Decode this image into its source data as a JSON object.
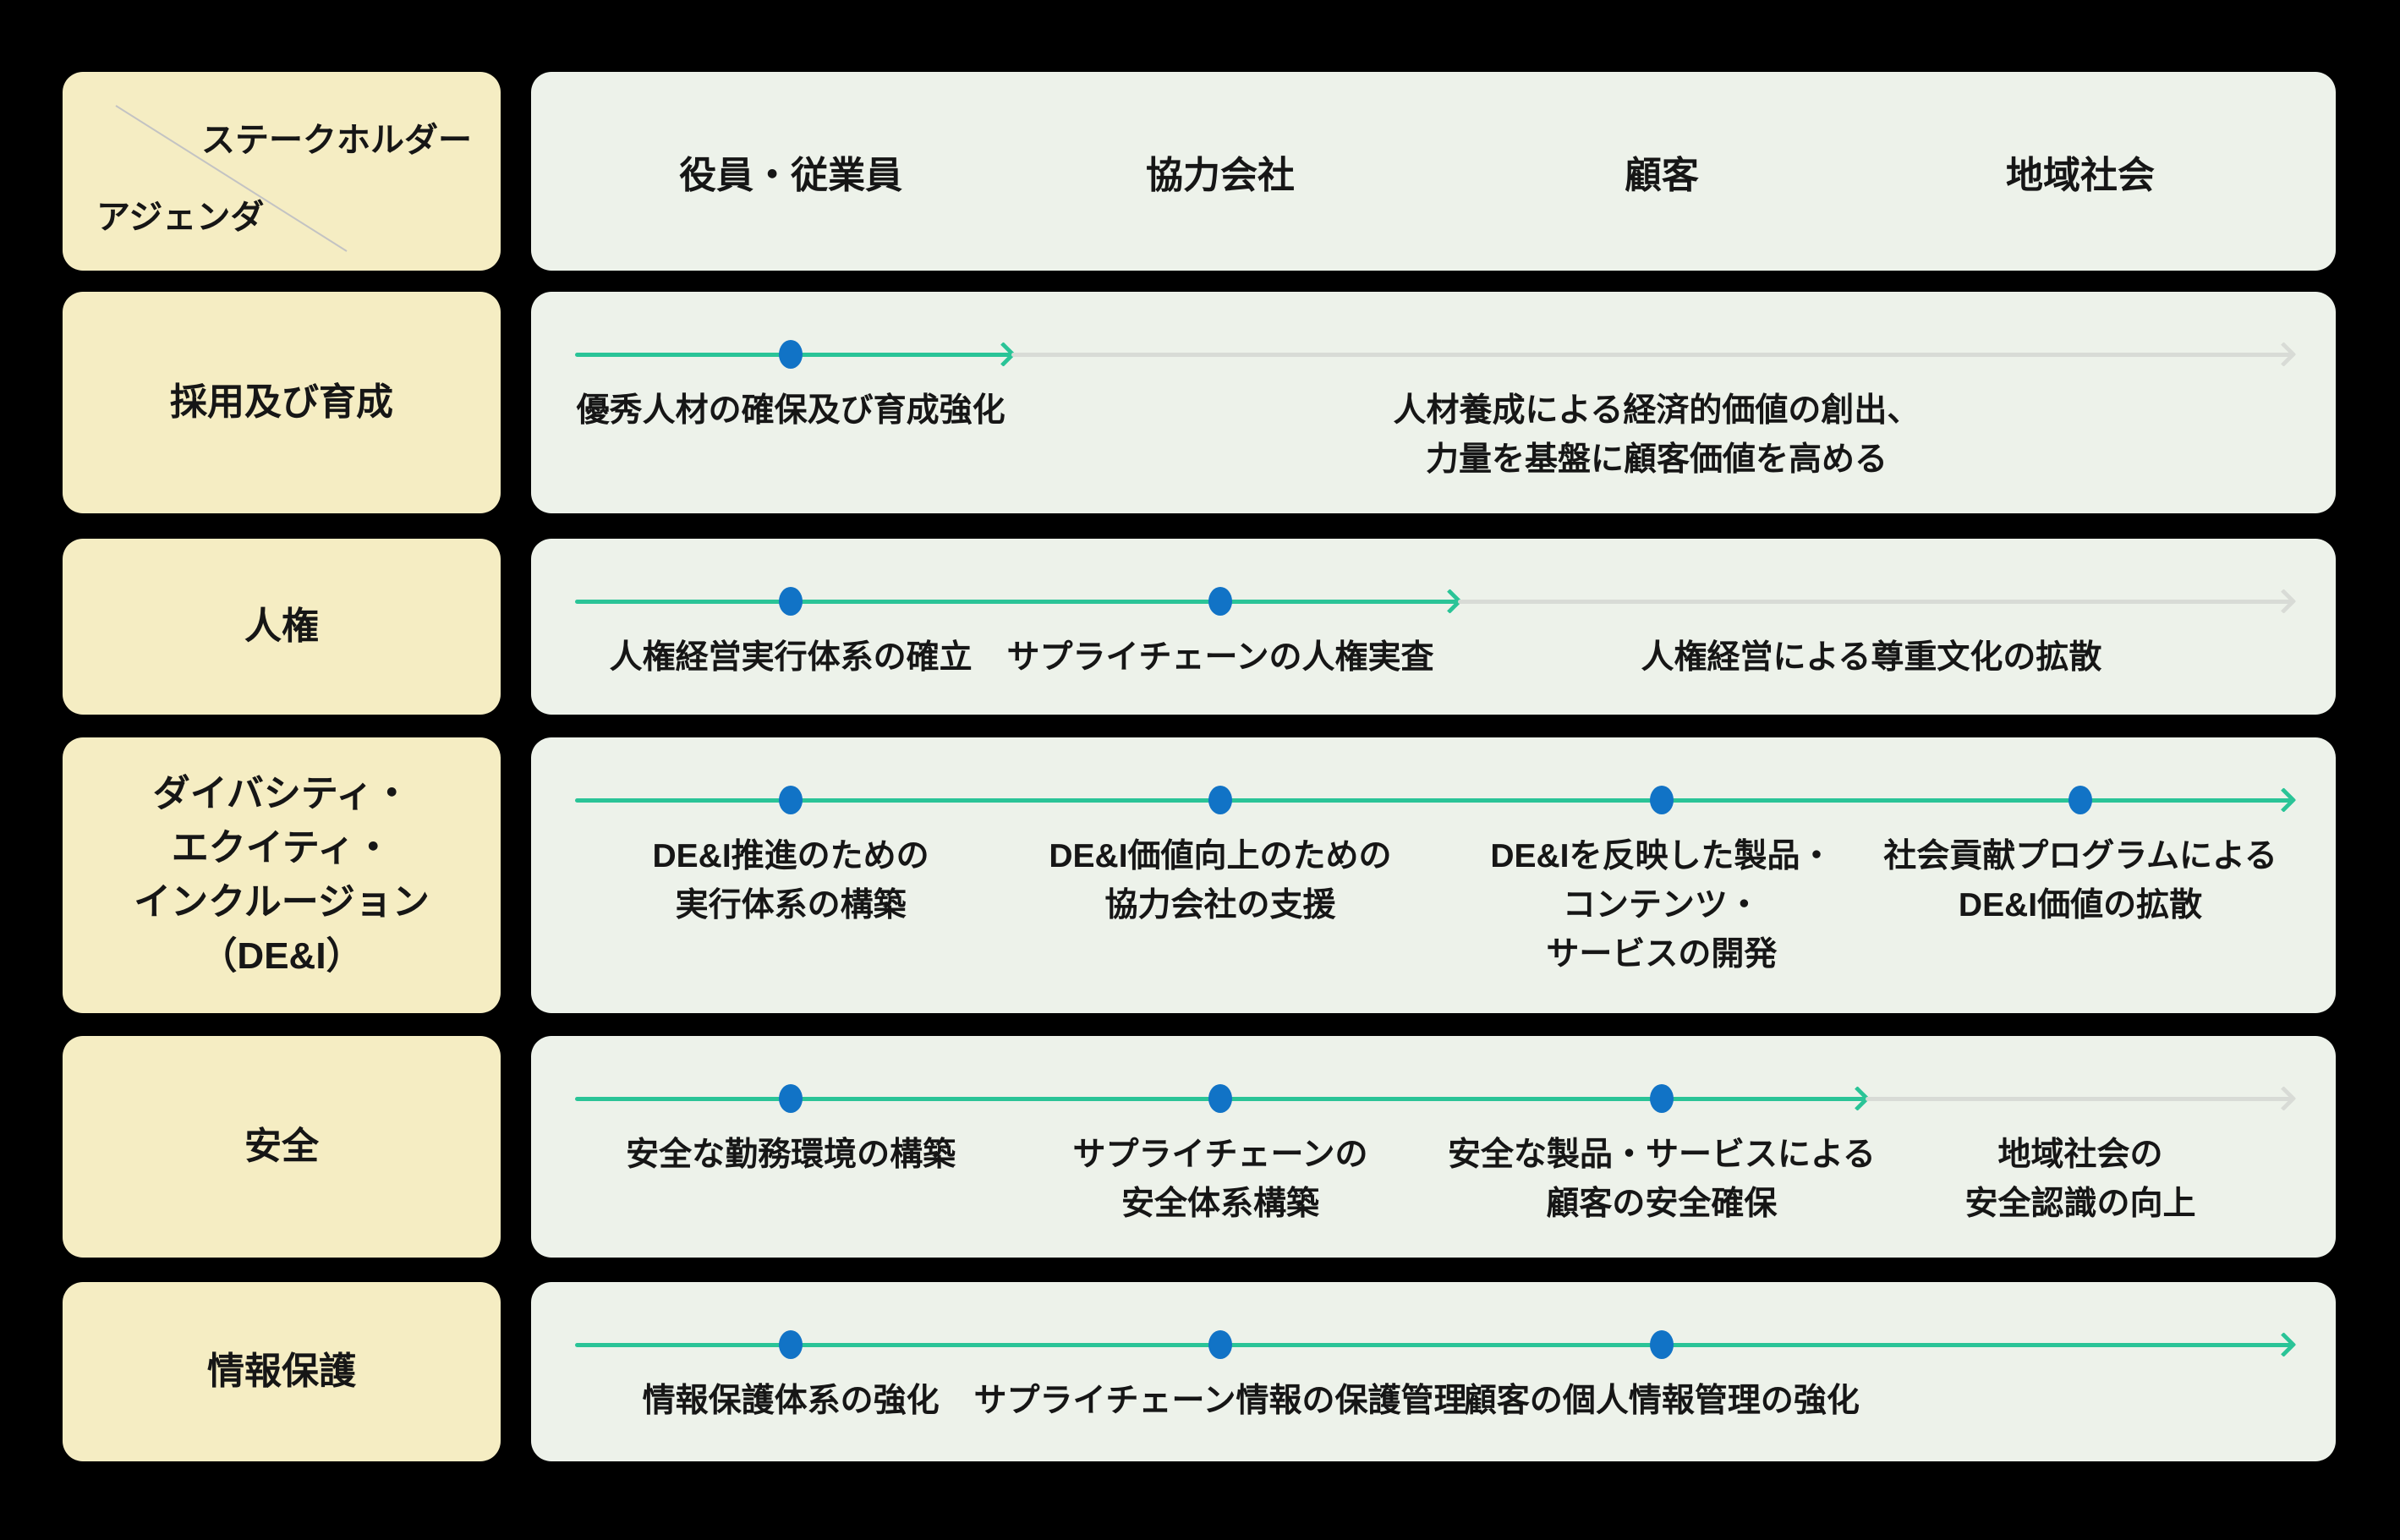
{
  "colors": {
    "background": "#000000",
    "agenda_card": "#f5edc3",
    "content_card": "#edf2ea",
    "timeline_green": "#2ac497",
    "timeline_gray": "#d8dbd6",
    "dot_blue": "#1173c6",
    "text": "#161616",
    "diagonal": "#c3c3c3"
  },
  "corner": {
    "stakeholder_label": "ステークホルダー",
    "agenda_label": "アジェンダ"
  },
  "columns": [
    "役員・従業員",
    "協力会社",
    "顧客",
    "地域社会"
  ],
  "rows": [
    {
      "id": "recruitment-development",
      "label_lines": [
        "採用及び育成"
      ],
      "timeline": {
        "dot_columns": [
          0
        ],
        "green_end_pct": 26.62,
        "gray_tail": true
      },
      "texts": [
        {
          "center_pct": 14.39,
          "lines": [
            "優秀人材の確保及び育成強化"
          ]
        },
        {
          "center_pct": 62.37,
          "lines": [
            "人材養成による経済的価値の創出、",
            "力量を基盤に顧客価値を高める"
          ]
        }
      ]
    },
    {
      "id": "human-rights",
      "label_lines": [
        "人権"
      ],
      "timeline": {
        "dot_columns": [
          0,
          1
        ],
        "green_end_pct": 51.36,
        "gray_tail": true
      },
      "texts": [
        {
          "center_pct": 14.39,
          "lines": [
            "人権経営実行体系の確立"
          ]
        },
        {
          "center_pct": 38.19,
          "lines": [
            "サプライチェーンの人権実査"
          ]
        },
        {
          "center_pct": 74.27,
          "lines": [
            "人権経営による尊重文化の拡散"
          ]
        }
      ]
    },
    {
      "id": "dei",
      "label_lines": [
        "ダイバシティ・",
        "エクイティ・",
        "インクルージョン（DE&I）"
      ],
      "timeline": {
        "dot_columns": [
          0,
          1,
          2,
          3
        ],
        "green_end_pct": 97.56,
        "gray_tail": false
      },
      "texts": [
        {
          "center_pct": 14.39,
          "lines": [
            "DE&I推進のための",
            "実行体系の構築"
          ]
        },
        {
          "center_pct": 38.19,
          "lines": [
            "DE&I価値向上のための",
            "協力会社の支援"
          ]
        },
        {
          "center_pct": 62.65,
          "lines": [
            "DE&Iを反映した製品・",
            "コンテンツ・",
            "サービスの開発"
          ]
        },
        {
          "center_pct": 85.85,
          "lines": [
            "社会貢献プログラムによる",
            "DE&I価値の拡散"
          ]
        }
      ]
    },
    {
      "id": "safety",
      "label_lines": [
        "安全"
      ],
      "timeline": {
        "dot_columns": [
          0,
          1,
          2
        ],
        "green_end_pct": 73.95,
        "gray_tail": true
      },
      "texts": [
        {
          "center_pct": 14.39,
          "lines": [
            "安全な勤務環境の構築"
          ]
        },
        {
          "center_pct": 38.19,
          "lines": [
            "サプライチェーンの",
            "安全体系構築"
          ]
        },
        {
          "center_pct": 62.65,
          "lines": [
            "安全な製品・サービスによる",
            "顧客の安全確保"
          ]
        },
        {
          "center_pct": 85.85,
          "lines": [
            "地域社会の",
            "安全認識の向上"
          ]
        }
      ]
    },
    {
      "id": "information-protection",
      "label_lines": [
        "情報保護"
      ],
      "timeline": {
        "dot_columns": [
          0,
          1,
          2
        ],
        "green_end_pct": 97.56,
        "gray_tail": false
      },
      "texts": [
        {
          "center_pct": 14.39,
          "lines": [
            "情報保護体系の強化"
          ]
        },
        {
          "center_pct": 38.19,
          "lines": [
            "サプライチェーン情報の保護管理"
          ]
        },
        {
          "center_pct": 62.65,
          "lines": [
            "顧客の個人情報管理の強化"
          ]
        }
      ]
    }
  ]
}
